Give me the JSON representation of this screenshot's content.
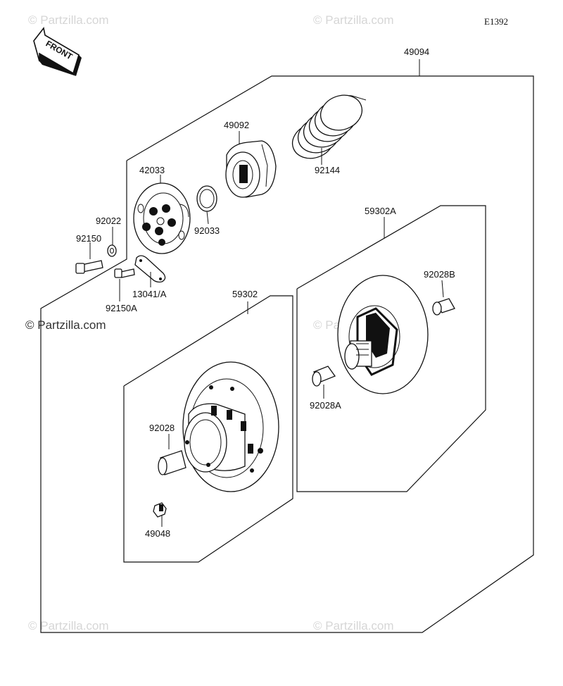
{
  "diagram_id": "E1392",
  "front_label": "FRONT",
  "watermarks": {
    "light": "© Partzilla.com",
    "dark": "© Partzilla.com"
  },
  "labels": {
    "p49094": "49094",
    "p49092": "49092",
    "p92144": "92144",
    "p42033": "42033",
    "p92022": "92022",
    "p92150": "92150",
    "p92033": "92033",
    "p13041A": "13041/A",
    "p92150A": "92150A",
    "p59302A": "59302A",
    "p92028B": "92028B",
    "p59302": "59302",
    "p92028A": "92028A",
    "p92028": "92028",
    "p49048": "49048"
  }
}
